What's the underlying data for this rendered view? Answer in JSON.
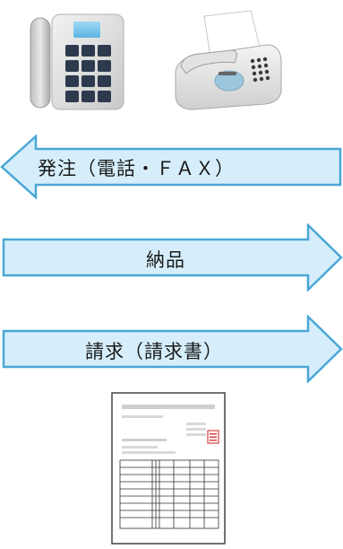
{
  "icons": {
    "phone": "telephone-icon",
    "fax": "fax-machine-icon",
    "invoice": "invoice-document-icon"
  },
  "colors": {
    "arrow_fill": "#d6eefb",
    "arrow_stroke": "#4aa7d6",
    "invoice_stamp": "#d84040"
  },
  "flow": {
    "order": {
      "label": "発注（電話・ＦＡＸ）",
      "direction": "left"
    },
    "delivery": {
      "label": "納品",
      "direction": "right"
    },
    "invoice": {
      "label": "請求（請求書）",
      "direction": "right"
    }
  }
}
